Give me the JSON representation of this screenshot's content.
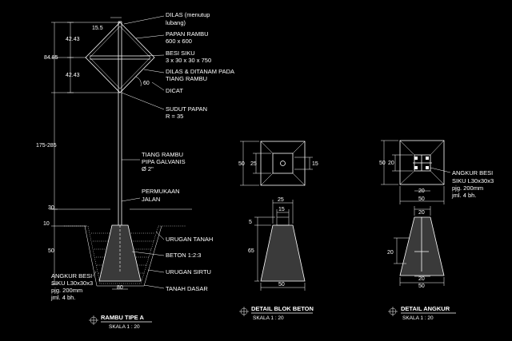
{
  "colors": {
    "background": "#000000",
    "lines": "#ffffff",
    "concrete": "#3a3a3a"
  },
  "main": {
    "dim_top": "15.5",
    "dim_upper": "42.43",
    "dim_lower": "42.43",
    "dim_sign_total": "84.85",
    "dim_pole": "175-285",
    "dim_30": "30",
    "dim_10": "10",
    "dim_50": "50",
    "dim_bottom": "80",
    "dim_angle": "60",
    "labels": {
      "dilas_1": "DILAS (menutup",
      "dilas_2": "lubang)",
      "papan_1": "PAPAN RAMBU",
      "papan_2": "600 x 600",
      "besi_1": "BESI SIKU",
      "besi_2": "3 x 30 x 30 x 750",
      "dilas_tanam_1": "DILAS & DITANAM PADA",
      "dilas_tanam_2": "TIANG RAMBU",
      "dicat": "DICAT",
      "sudut_1": "SUDUT PAPAN",
      "sudut_2": "R = 35",
      "tiang_1": "TIANG RAMBU",
      "tiang_2": "PIPA GALVANIS",
      "tiang_3": "Ø 2\"",
      "permukaan_1": "PERMUKAAN",
      "permukaan_2": "JALAN",
      "urugan_tanah": "URUGAN TANAH",
      "beton": "BETON 1:2:3",
      "urugan_sirtu": "URUGAN SIRTU",
      "tanah_dasar": "TANAH DASAR",
      "angkur_1": "ANGKUR BESI",
      "angkur_2": "SIKU L30x30x3",
      "angkur_3": "pjg. 200mm",
      "angkur_4": "jml. 4 bh."
    },
    "title": "RAMBU TIPE  A",
    "scale": "SKALA 1 : 20"
  },
  "blok": {
    "dim_plan_left": "50",
    "dim_plan_inner": "25",
    "dim_plan_right": "15",
    "dim_top_width": "25",
    "dim_inner_width": "15",
    "dim_5": "5",
    "dim_65": "65",
    "dim_bottom": "50",
    "title": "DETAIL BLOK BETON",
    "scale": "SKALA 1 : 20"
  },
  "angkur": {
    "dim_plan_left": "50",
    "dim_plan_inner": "20",
    "dim_plan_b1": "20",
    "dim_plan_b2": "50",
    "dim_el_top": "20",
    "dim_el_bottom1": "20",
    "dim_el_bottom2": "50",
    "dim_el_side": "20",
    "labels": {
      "line1": "ANGKUR BESI",
      "line2": "SIKU L30x30x3",
      "line3": "pjg. 200mm",
      "line4": "jml. 4 bh."
    },
    "title": "DETAIL ANGKUR",
    "scale": "SKALA 1 : 20"
  }
}
